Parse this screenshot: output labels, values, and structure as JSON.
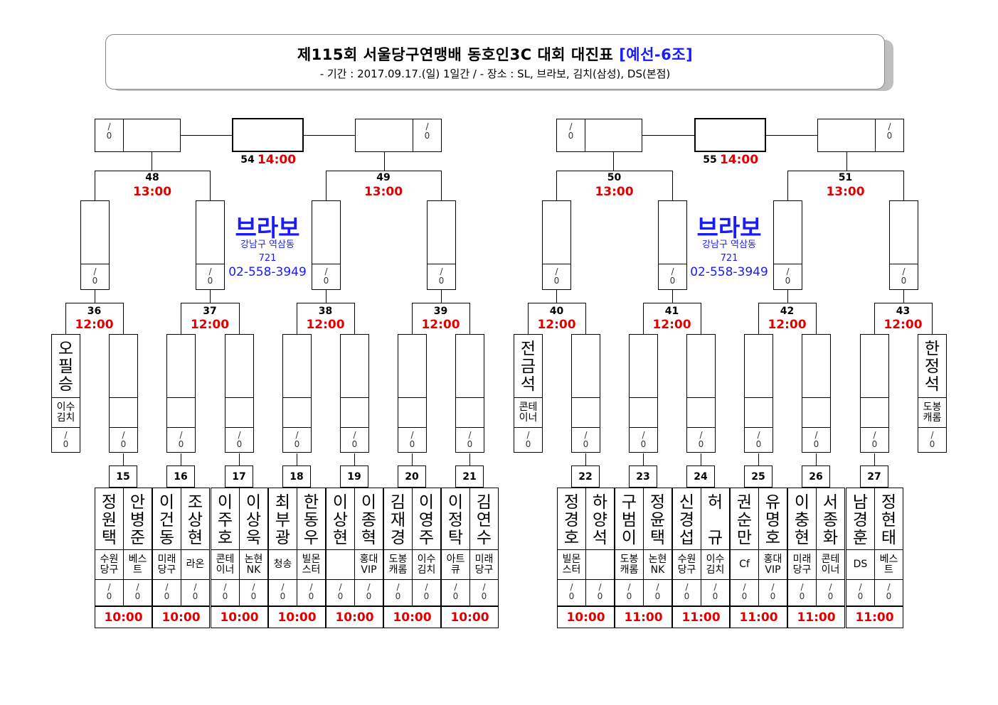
{
  "header": {
    "title": "제115회 서울당구연맹배 동호인3C 대회 대진표",
    "title_suffix": "[예선-6조]",
    "subtitle": "- 기간 : 2017.09.17.(일) 1일간 / - 장소 : SL, 브라보, 김치(삼성), DS(본점)"
  },
  "score_placeholder": "/\n0",
  "venue": {
    "name": "브라보",
    "address": "강남구 역삼동\n721",
    "phone": "02-558-3949"
  },
  "finals": [
    {
      "num": "54",
      "time": "14:00"
    },
    {
      "num": "55",
      "time": "14:00"
    }
  ],
  "semis": [
    {
      "num": "48",
      "time": "13:00"
    },
    {
      "num": "49",
      "time": "13:00"
    },
    {
      "num": "50",
      "time": "13:00"
    },
    {
      "num": "51",
      "time": "13:00"
    }
  ],
  "quarters": [
    {
      "num": "36",
      "time": "12:00"
    },
    {
      "num": "37",
      "time": "12:00"
    },
    {
      "num": "38",
      "time": "12:00"
    },
    {
      "num": "39",
      "time": "12:00"
    },
    {
      "num": "40",
      "time": "12:00"
    },
    {
      "num": "41",
      "time": "12:00"
    },
    {
      "num": "42",
      "time": "12:00"
    },
    {
      "num": "43",
      "time": "12:00"
    }
  ],
  "byes": [
    {
      "name": "오필승",
      "club": "이수\n김치"
    },
    {
      "name": "전금석",
      "club": "콘테\n이너"
    },
    {
      "name": "한정석",
      "club": "도봉\n캐롬"
    }
  ],
  "first_round": [
    {
      "num": "15",
      "time": "10:00",
      "players": [
        {
          "name": "정원택",
          "club": "수원\n당구"
        },
        {
          "name": "안병준",
          "club": "베스\n트"
        }
      ]
    },
    {
      "num": "16",
      "time": "10:00",
      "players": [
        {
          "name": "이건동",
          "club": "미래\n당구"
        },
        {
          "name": "조상현",
          "club": "라온"
        }
      ]
    },
    {
      "num": "17",
      "time": "10:00",
      "players": [
        {
          "name": "이주호",
          "club": "콘테\n이너"
        },
        {
          "name": "이상욱",
          "club": "논현\nNK"
        }
      ]
    },
    {
      "num": "18",
      "time": "10:00",
      "players": [
        {
          "name": "최부광",
          "club": "청송"
        },
        {
          "name": "한동우",
          "club": "빌몬\n스터"
        }
      ]
    },
    {
      "num": "19",
      "time": "10:00",
      "players": [
        {
          "name": "이상현",
          "club": ""
        },
        {
          "name": "이종혁",
          "club": "홍대\nVIP"
        }
      ]
    },
    {
      "num": "20",
      "time": "10:00",
      "players": [
        {
          "name": "김재경",
          "club": "도봉\n캐롬"
        },
        {
          "name": "이영주",
          "club": "이수\n김치"
        }
      ]
    },
    {
      "num": "21",
      "time": "10:00",
      "players": [
        {
          "name": "이정탁",
          "club": "아트\n큐"
        },
        {
          "name": "김연수",
          "club": "미래\n당구"
        }
      ]
    },
    {
      "num": "22",
      "time": "10:00",
      "players": [
        {
          "name": "정경호",
          "club": "빌몬\n스터"
        },
        {
          "name": "하양석",
          "club": ""
        }
      ]
    },
    {
      "num": "23",
      "time": "11:00",
      "players": [
        {
          "name": "구범이",
          "club": "도봉\n캐롬"
        },
        {
          "name": "정윤택",
          "club": "논현\nNK"
        }
      ]
    },
    {
      "num": "24",
      "time": "11:00",
      "players": [
        {
          "name": "신경섭",
          "club": "수원\n당구"
        },
        {
          "name": "허 규",
          "club": "이수\n김치"
        }
      ]
    },
    {
      "num": "25",
      "time": "11:00",
      "players": [
        {
          "name": "권순만",
          "club": "Cf"
        },
        {
          "name": "유명호",
          "club": "홍대\nVIP"
        }
      ]
    },
    {
      "num": "26",
      "time": "11:00",
      "players": [
        {
          "name": "이충현",
          "club": "미래\n당구"
        },
        {
          "name": "서종화",
          "club": "콘테\n이너"
        }
      ]
    },
    {
      "num": "27",
      "time": "11:00",
      "players": [
        {
          "name": "남경훈",
          "club": "DS"
        },
        {
          "name": "정현태",
          "club": "베스\n트"
        }
      ]
    }
  ]
}
